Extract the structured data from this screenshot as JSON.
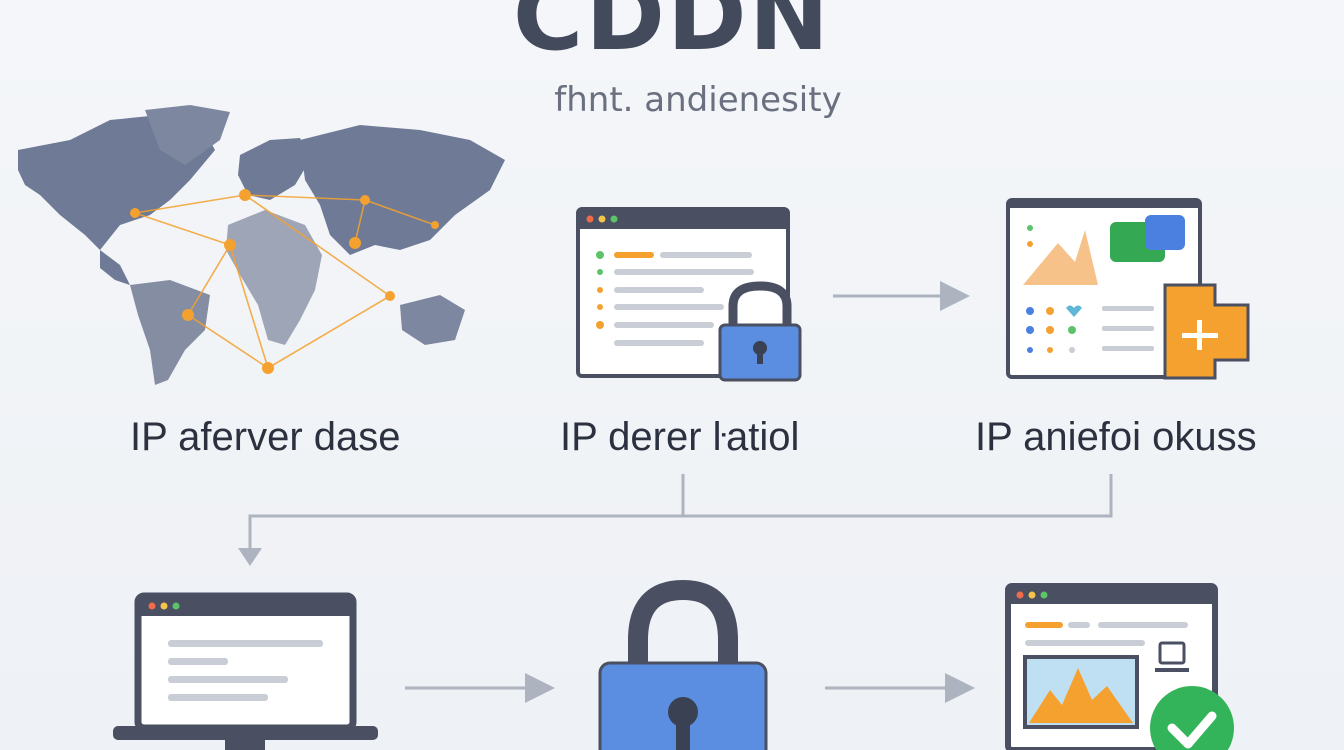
{
  "title": "CDDN",
  "subtitle": "fhnt. andienesity",
  "steps": [
    {
      "label": "IP aferver dase",
      "icon": "world-map-icon"
    },
    {
      "label": "IP derer ŀatiol",
      "icon": "browser-lock-icon"
    },
    {
      "label": "IP aniefoi okuss",
      "icon": "dashboard-icon"
    }
  ],
  "bottom_steps": [
    {
      "icon": "laptop-icon"
    },
    {
      "icon": "padlock-icon"
    },
    {
      "icon": "verified-browser-icon"
    }
  ],
  "colors": {
    "accent": "#f4a130",
    "lock_blue": "#5b8ee0",
    "frame": "#4a4f62",
    "check_green": "#34b45a",
    "map": "#6e7a96"
  }
}
